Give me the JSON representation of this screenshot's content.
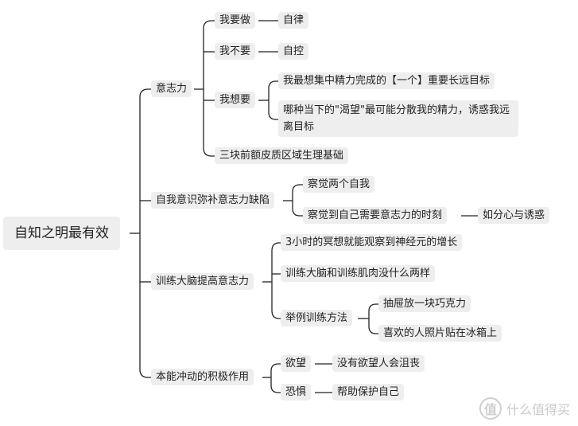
{
  "mindmap": {
    "root": "自知之明最有效",
    "willpower": {
      "label": "意志力",
      "want_to_do": {
        "label": "我要做",
        "child": "自律"
      },
      "dont_want": {
        "label": "我不要",
        "child": "自控"
      },
      "i_want": {
        "label": "我想要",
        "child_1": "我最想集中精力完成的【一个】重要长远目标",
        "child_2": "哪种当下的\"渴望\"最可能分散我的精力，诱惑我远离目标"
      },
      "prefrontal": "三块前额皮质区域生理基础"
    },
    "self_awareness": {
      "label": "自我意识弥补意志力缺陷",
      "two_selves": "察觉两个自我",
      "notice_need": {
        "label": "察觉到自己需要意志力的时刻",
        "child": "如分心与诱惑"
      }
    },
    "train_brain": {
      "label": "训练大脑提高意志力",
      "meditation": "3小时的冥想就能观察到神经元的增长",
      "muscle": "训练大脑和训练肌肉没什么两样",
      "examples": {
        "label": "举例训练方法",
        "child_1": "抽屉放一块巧克力",
        "child_2": "喜欢的人照片贴在冰箱上"
      }
    },
    "instinct": {
      "label": "本能冲动的积极作用",
      "desire": {
        "label": "欲望",
        "child": "没有欲望人会沮丧"
      },
      "fear": {
        "label": "恐惧",
        "child": "帮助保护自己"
      }
    }
  },
  "watermark": {
    "badge": "值",
    "text": "什么值得买"
  },
  "colors": {
    "node_bg": "#eeeeee",
    "line": "#222222",
    "text": "#222222"
  }
}
